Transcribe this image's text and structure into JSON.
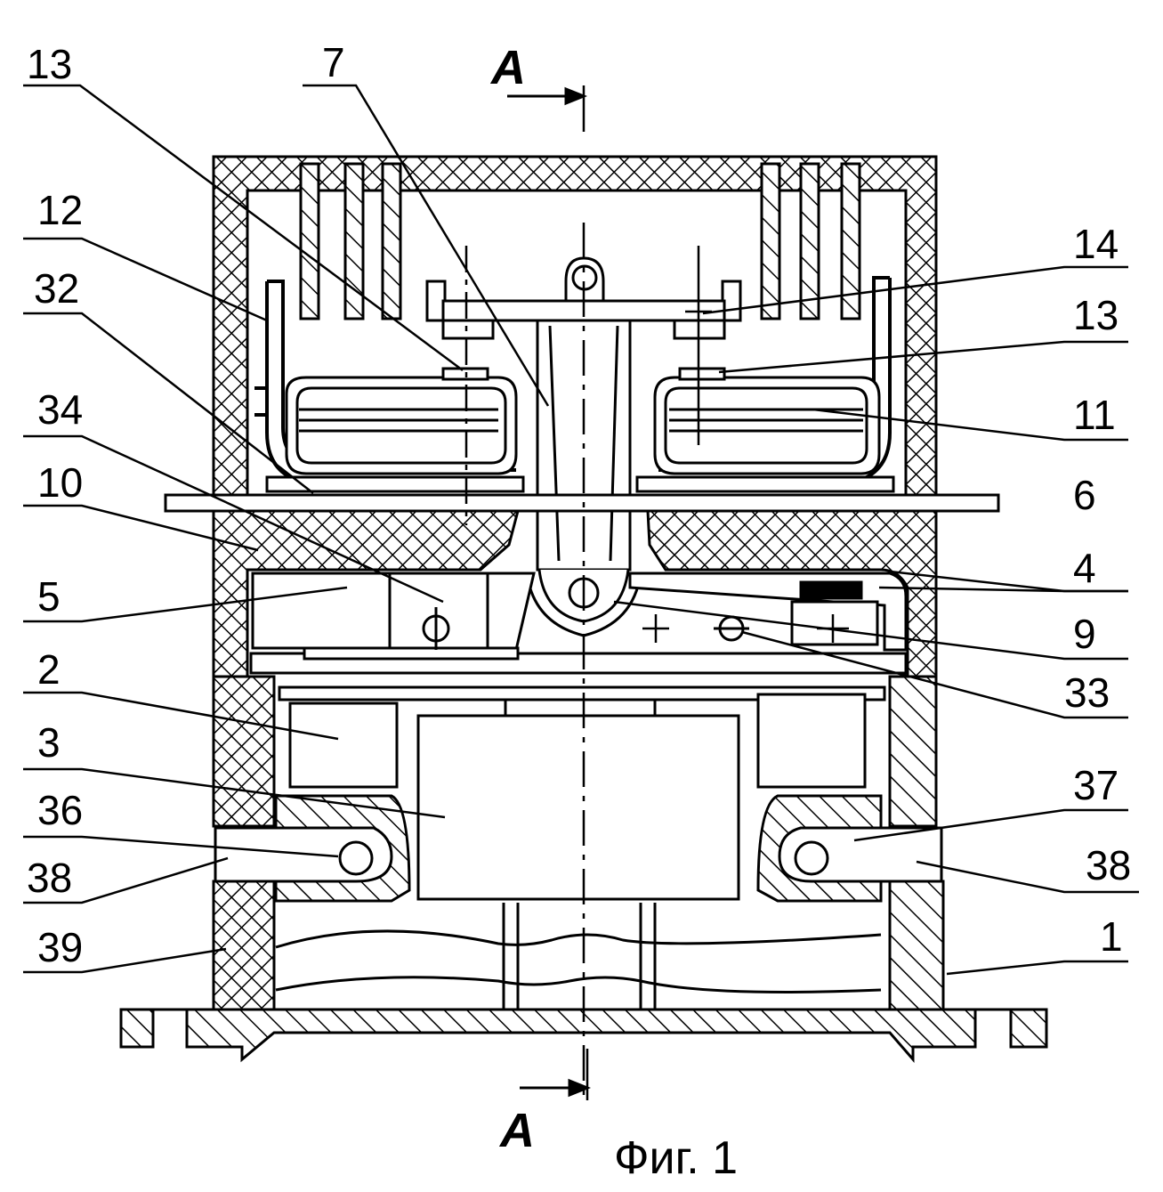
{
  "figure": {
    "caption": "Фиг. 1"
  },
  "section_marks": {
    "top": "A",
    "bottom": "A"
  },
  "labels": {
    "l13a": "13",
    "l7": "7",
    "l12": "12",
    "l32": "32",
    "l34": "34",
    "l10": "10",
    "l5": "5",
    "l2": "2",
    "l3": "3",
    "l36": "36",
    "l38a": "38",
    "l39": "39",
    "l14": "14",
    "l13b": "13",
    "l11": "11",
    "l6": "6",
    "l4": "4",
    "l9": "9",
    "l33": "33",
    "l37": "37",
    "l38b": "38",
    "l1": "1"
  }
}
